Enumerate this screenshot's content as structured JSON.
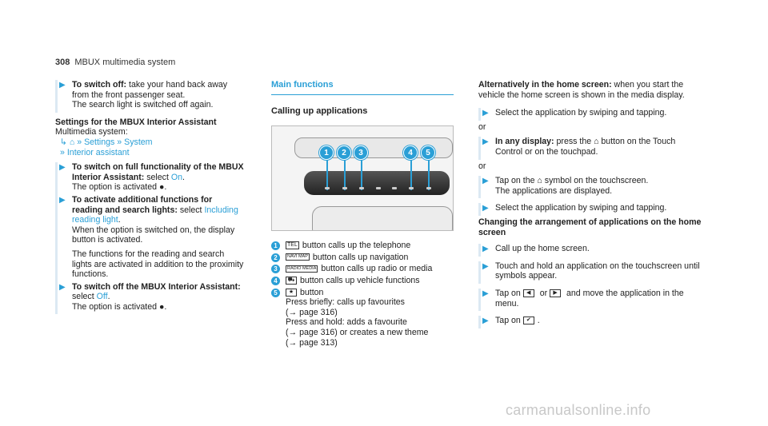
{
  "header": {
    "page_number": "308",
    "title": "MBUX multimedia system"
  },
  "col1": {
    "step1": {
      "bold": "To switch off:",
      "text": " take your hand back away from the front passenger seat.",
      "note": "The search light is switched off again."
    },
    "settings_title": "Settings for the MBUX Interior Assistant",
    "system_label": "Multimedia system:",
    "path1": "Settings",
    "path2": "System",
    "path3": "Interior assistant",
    "step2": {
      "bold": "To switch on full functionality of the MBUX Interior Assistant:",
      "text": " select ",
      "accent": "On",
      "end": ".",
      "note": "The option is activated ●."
    },
    "step3": {
      "bold": "To activate additional functions for reading and search lights:",
      "text": " select ",
      "accent": "Including reading light",
      "end": ".",
      "note1": "When the option is switched on, the display button is activated.",
      "note2": "The functions for the reading and search lights are activated in addition to the proximity functions."
    },
    "step4": {
      "bold": "To switch off the MBUX Interior Assistant:",
      "text": " select ",
      "accent": "Off",
      "end": ".",
      "note": "The option is activated ●."
    }
  },
  "col2": {
    "section_title": "Main functions",
    "sub_title": "Calling up applications",
    "badges": [
      "1",
      "2",
      "3",
      "4",
      "5"
    ],
    "legend": [
      {
        "num": "1",
        "key": "TEL",
        "text": "button calls up the telephone"
      },
      {
        "num": "2",
        "key": "NAVI MAP",
        "text": "button calls up navigation"
      },
      {
        "num": "3",
        "key": "RADIO MEDIA",
        "text": "button calls up radio or media"
      },
      {
        "num": "4",
        "key": "car",
        "text": "button calls up vehicle functions"
      },
      {
        "num": "5",
        "key": "★",
        "text": "button"
      }
    ],
    "fav_lines": [
      "Press briefly: calls up favourites",
      "(→ page 316)",
      "Press and hold: adds a favourite",
      "(→ page 316) or creates a new theme",
      "(→ page 313)"
    ]
  },
  "col3": {
    "alt_bold": "Alternatively in the home screen:",
    "alt_text": " when you start the vehicle the home screen is shown in the media display.",
    "s1": "Select the application by swiping and tapping.",
    "or1": "or",
    "s2_bold": "In any display:",
    "s2_text_a": " press the ",
    "s2_text_b": " button on the Touch Control or on the touchpad.",
    "or2": "or",
    "s3_text_a": "Tap on the ",
    "s3_text_b": " symbol on the touchscreen.",
    "s3_note": "The applications are displayed.",
    "s4": "Select the application by swiping and tapping.",
    "change_title": "Changing the arrangement of applications on the home screen",
    "c1": "Call up the home screen.",
    "c2": "Touch and hold an application on the touchscreen until symbols appear.",
    "c3_a": "Tap on ",
    "c3_or": " or ",
    "c3_b": " and move the application in the menu.",
    "c4": "Tap on ",
    "c4_end": "."
  },
  "watermark": "carmanualsonline.info"
}
